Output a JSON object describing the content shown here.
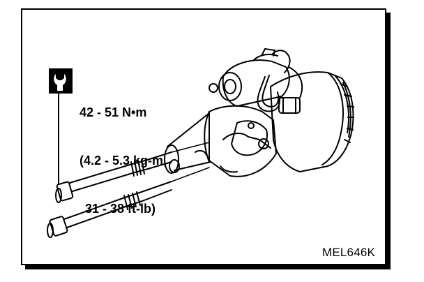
{
  "torque": {
    "line1": "42 - 51 N•m",
    "line2": "(4.2 - 5.3 kg-m,",
    "line3": "31 - 38 ft-lb)"
  },
  "figure_code": "MEL646K",
  "icons": {
    "torque": "torque-wrench-icon"
  }
}
